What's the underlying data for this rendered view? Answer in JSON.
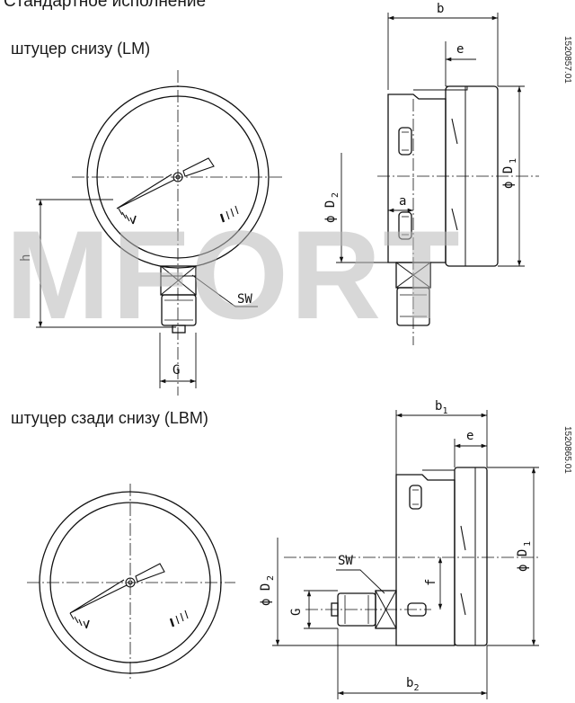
{
  "heading": "Стандартное исполнение",
  "watermark": "MFORT",
  "sections": [
    {
      "title": "штуцер снизу (LM)",
      "drawing_code": "1520857.01",
      "labels": {
        "b": "b",
        "e": "e",
        "h": "h",
        "a": "a",
        "D1": "ϕ D",
        "D1_sub": "1",
        "D2": "ϕ D",
        "D2_sub": "2",
        "SW": "SW",
        "G": "G"
      }
    },
    {
      "title": "штуцер сзади снизу (LBM)",
      "drawing_code": "1520865.01",
      "labels": {
        "b1": "b",
        "b1_sub": "1",
        "b2": "b",
        "b2_sub": "2",
        "e": "e",
        "f": "f",
        "D1": "ϕ D",
        "D1_sub": "1",
        "D2": "ϕ D",
        "D2_sub": "2",
        "SW": "SW",
        "G": "G"
      }
    }
  ]
}
